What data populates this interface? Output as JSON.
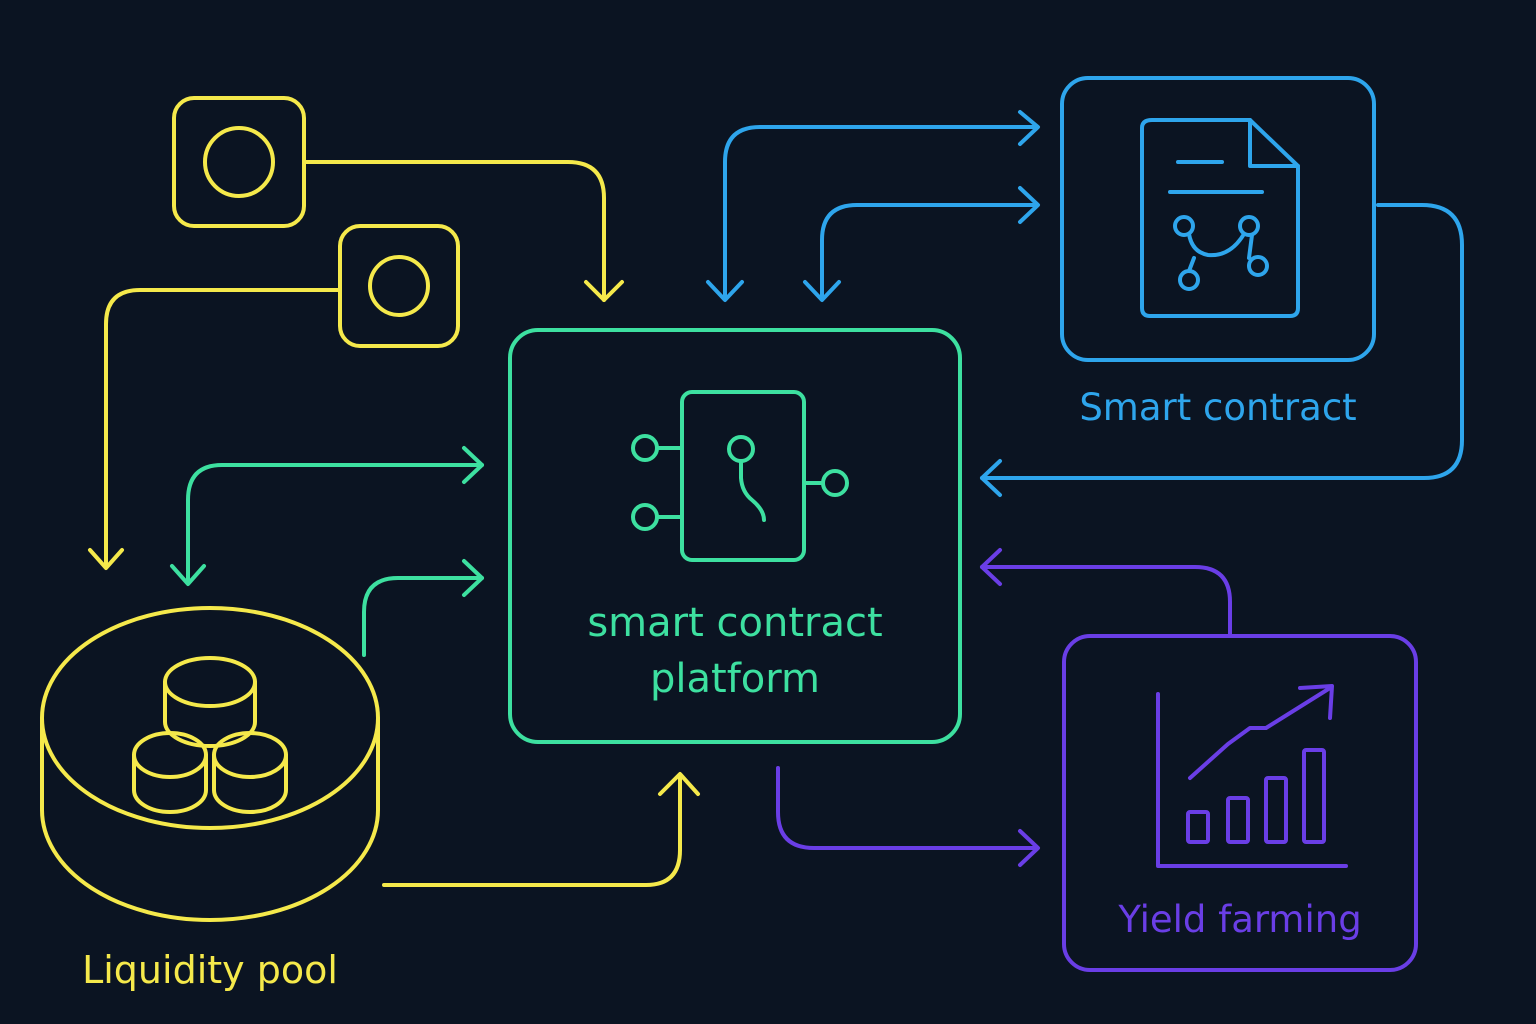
{
  "colors": {
    "background": "#0b1422",
    "yellow": "#f5e94b",
    "green": "#3de0a0",
    "blue": "#2ea5ec",
    "purple": "#6a3ee6"
  },
  "nodes": {
    "platform": {
      "label": "smart contract\nplatform",
      "icon": "circuit-chip-icon"
    },
    "smart_contract": {
      "label": "Smart contract",
      "icon": "contract-document-icon"
    },
    "yield_farming": {
      "label": "Yield farming",
      "icon": "growth-chart-icon"
    },
    "liquidity_pool": {
      "label": "Liquidity pool",
      "icon": "coin-stack-icon"
    },
    "token_a": {
      "icon": "token-coin-icon"
    },
    "token_b": {
      "icon": "token-coin-icon"
    }
  }
}
